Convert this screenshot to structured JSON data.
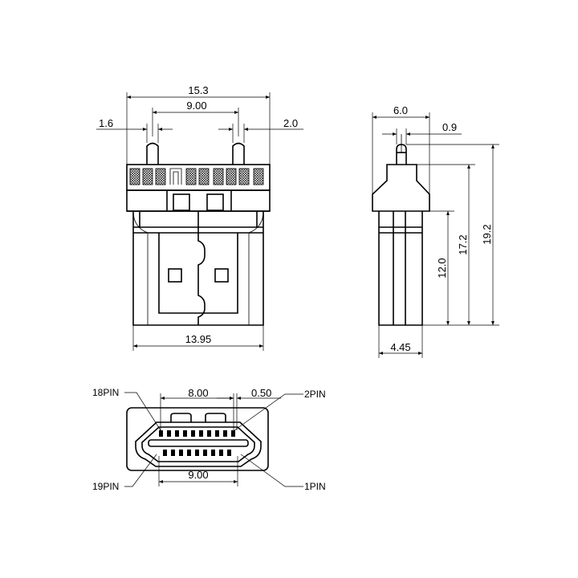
{
  "front_view": {
    "dim_overall_width": "15.3",
    "dim_pin_pitch": "9.00",
    "dim_left_pin": "1.6",
    "dim_right_pin": "2.0",
    "dim_plug_width": "13.95"
  },
  "side_view": {
    "dim_top_width": "6.0",
    "dim_pin_width": "0.9",
    "dim_bottom_width": "4.45",
    "dim_plug_length": "12.0",
    "dim_body_length": "17.2",
    "dim_total_length": "19.2"
  },
  "end_view": {
    "dim_contact_span": "8.00",
    "dim_contact_gap": "0.50",
    "dim_row_span": "9.00",
    "pin_18": "18PIN",
    "pin_2": "2PIN",
    "pin_19": "19PIN",
    "pin_1": "1PIN"
  }
}
